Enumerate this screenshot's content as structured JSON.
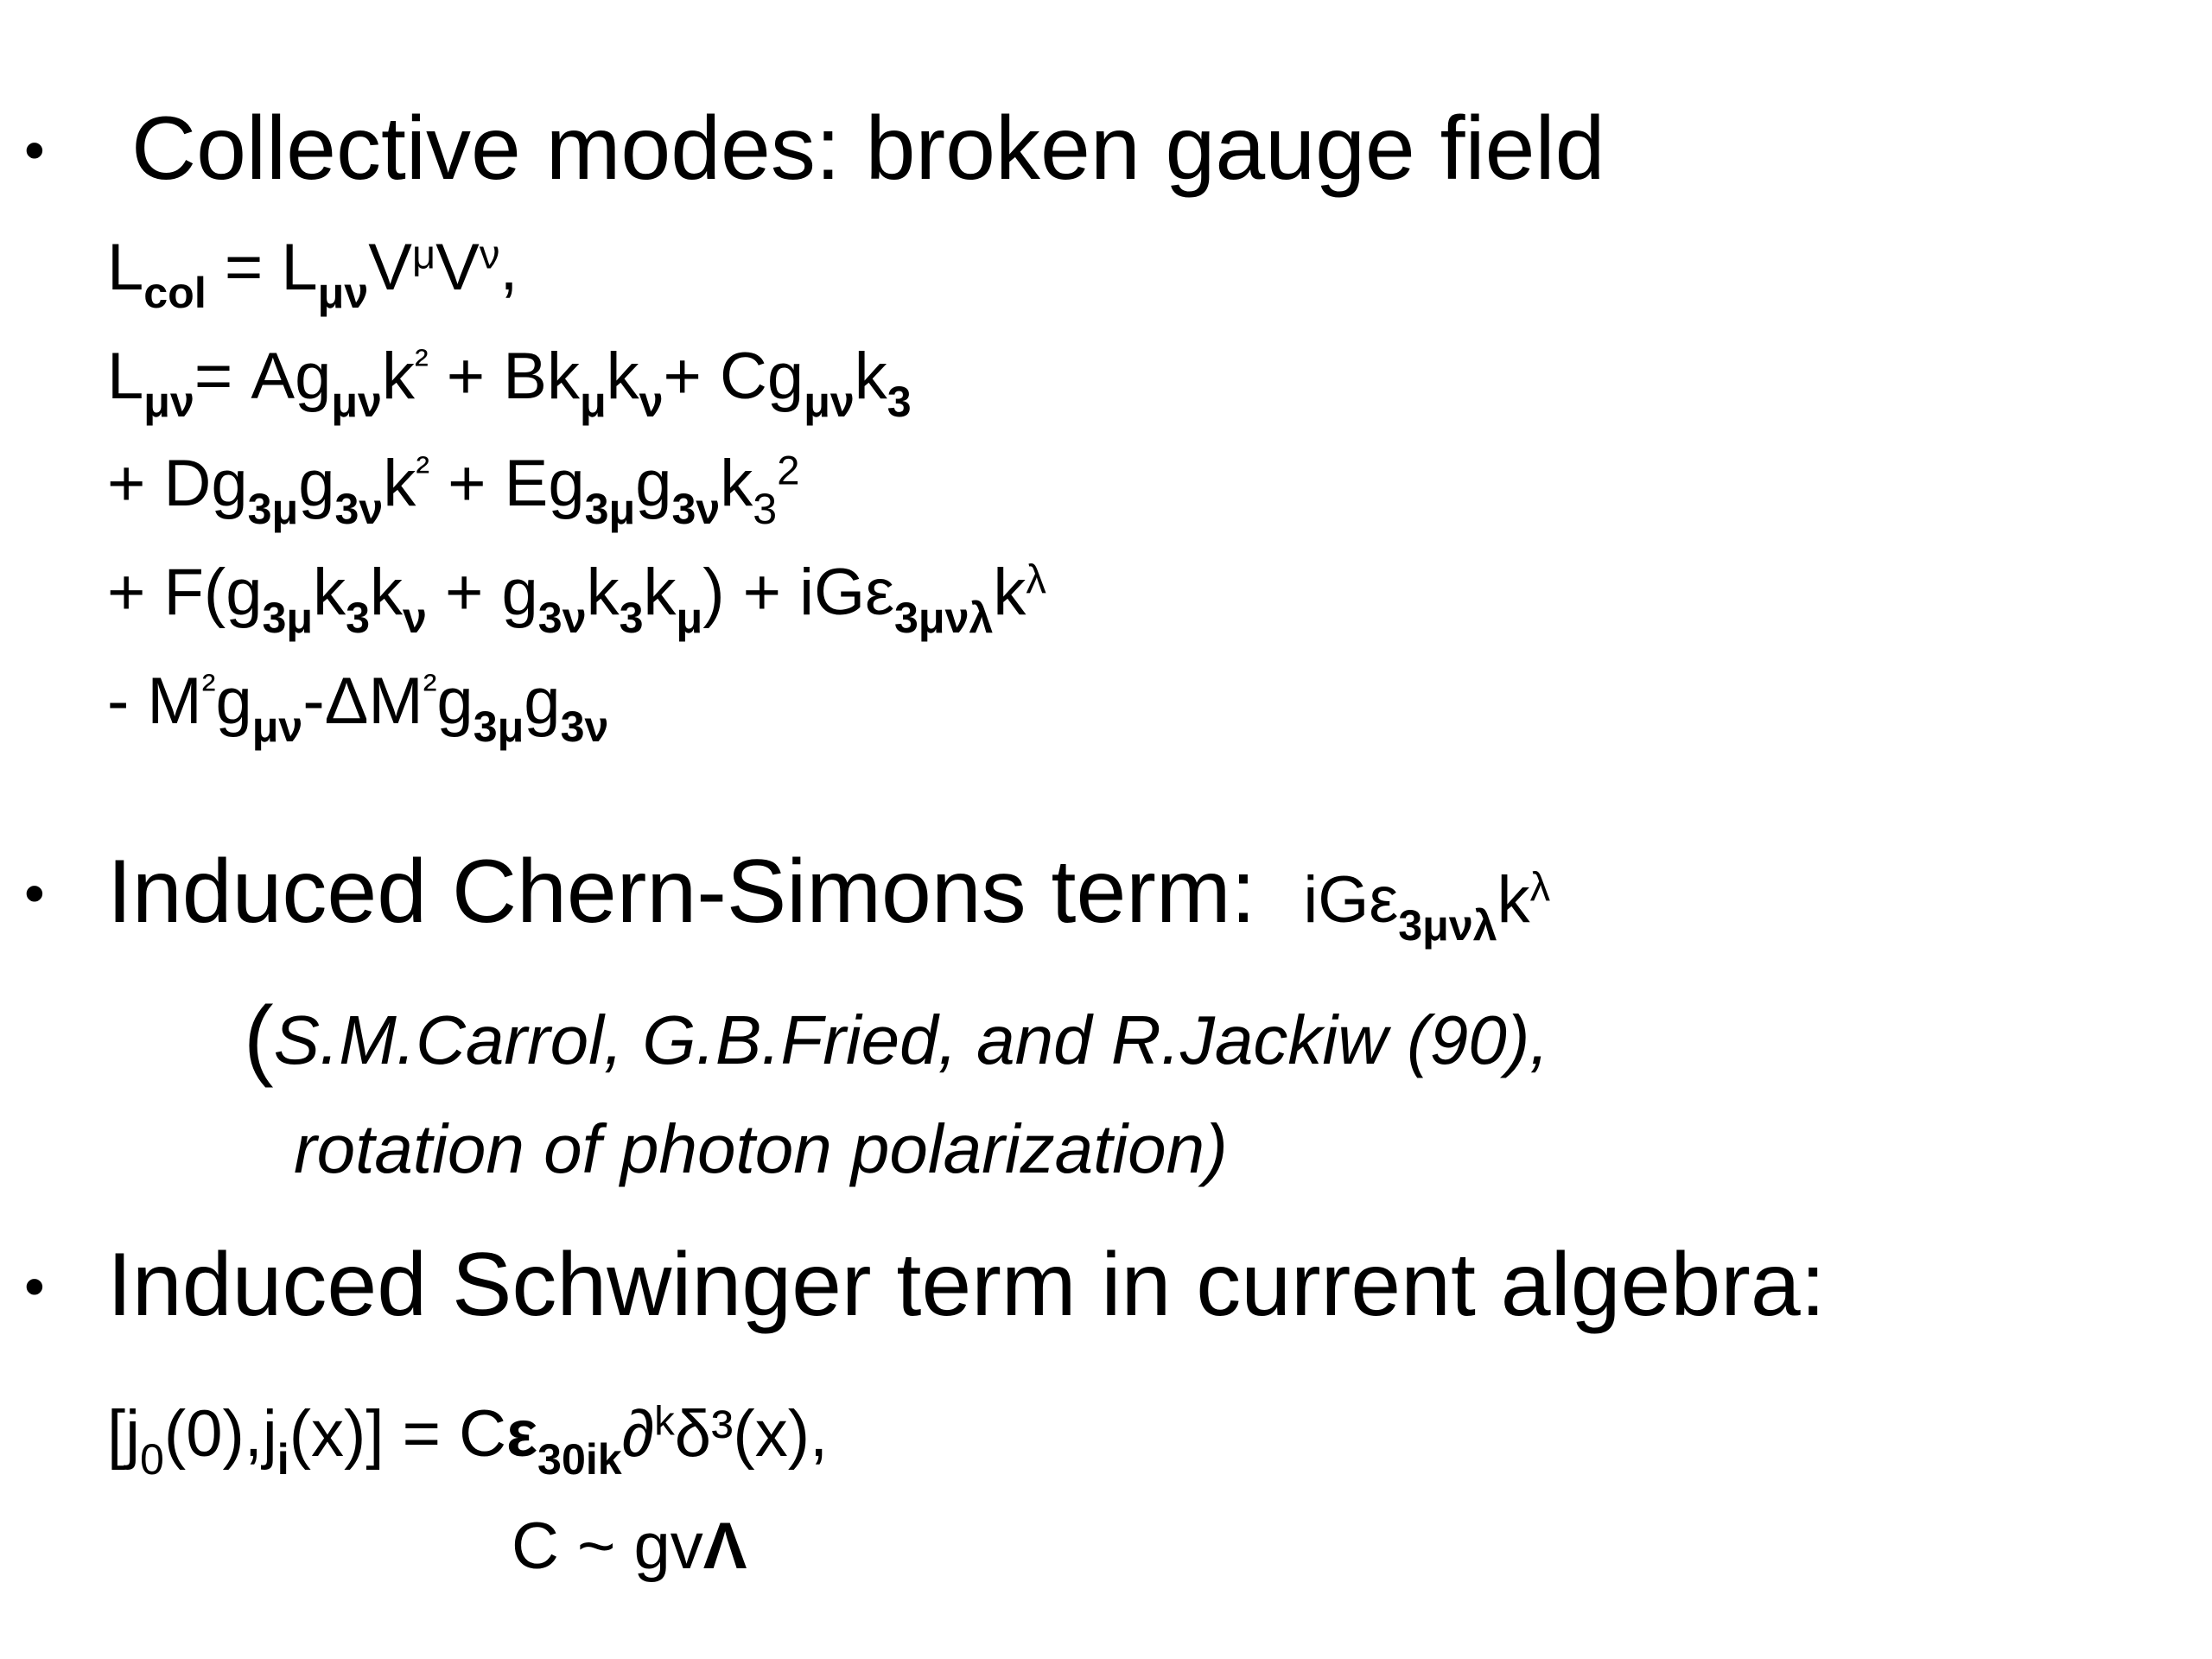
{
  "bullets": {
    "symbol": "•",
    "b1": {
      "title": "Collective modes: broken gauge field"
    },
    "b2": {
      "title": "Induced Chern-Simons term:"
    },
    "b3": {
      "title": "Induced Schwinger term in current algebra:"
    }
  },
  "reference": {
    "open_paren": "(",
    "line1": "S.M.Carrol, G.B.Fried, and R.Jackiw (90),",
    "line2": "rotation of photon polarization)"
  },
  "sym": {
    "L": "L",
    "V": "V",
    "k": "k",
    "g": "g",
    "k3": "k",
    "three": "3",
    "two": "²",
    "two_light": "2",
    "col": "col",
    "mu_nu": "μν",
    "mu": "μ",
    "nu": "ν",
    "three_mu": "3μ",
    "three_nu": "3ν",
    "three_mu_nu_lambda": "3μνλ",
    "lambda": "λ",
    "eq": " = ",
    "eq_tight": "= ",
    "comma": ",",
    "A": " Ag",
    "B": " + Bk",
    "C": "+ Cg",
    "Dline": "+ Dg",
    "Eg": " + Eg",
    "F": "+ F(g",
    "plus_g": " + g",
    "close_iG": ") + iG",
    "eps": "ε",
    "M_dash": "- M",
    "delta_M": "-ΔM",
    "iG": "iG"
  },
  "schwinger": {
    "open": "[j",
    "zero": "0",
    "arg0": "(0),j",
    "i": "i",
    "argx": "(x)] = C",
    "eps": "ε",
    "idx": "30ik",
    "partial": "∂",
    "k": "k",
    "delta": "δ³(x),",
    "C_rel": "C ~ gv",
    "Lambda": "Λ"
  }
}
